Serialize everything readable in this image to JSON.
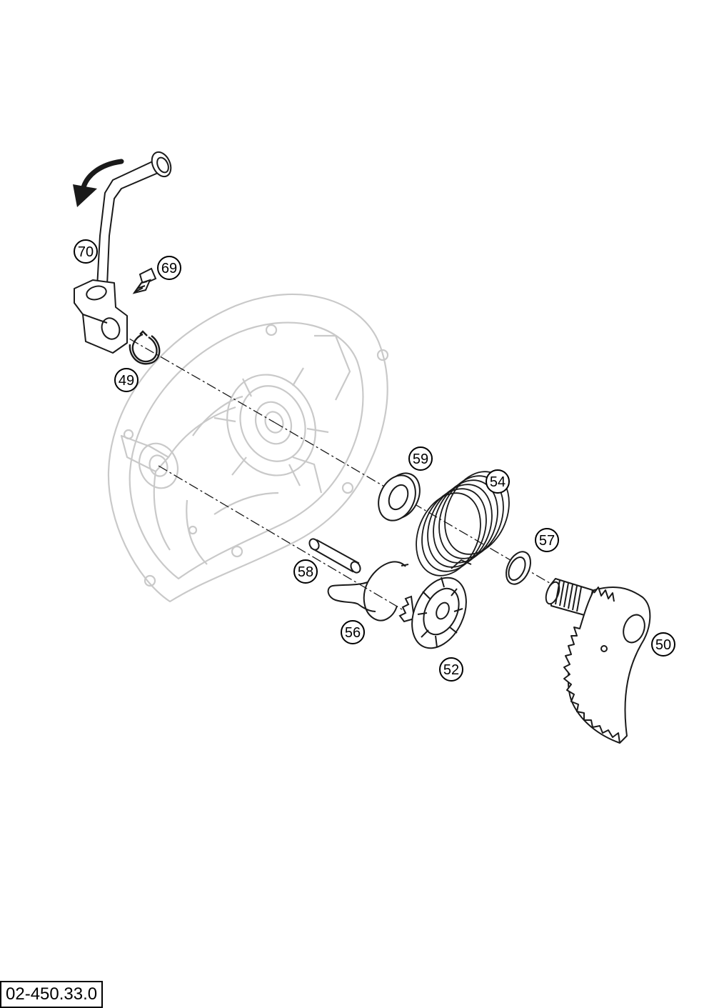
{
  "callouts": {
    "p70": "70",
    "p69": "69",
    "p49": "49",
    "p59": "59",
    "p54": "54",
    "p57": "57",
    "p58": "58",
    "p56": "56",
    "p52": "52",
    "p50": "50"
  },
  "reference": "02-450.33.0",
  "colors": {
    "housing": "#c9c9c9",
    "parts": "#1a1a1a"
  }
}
